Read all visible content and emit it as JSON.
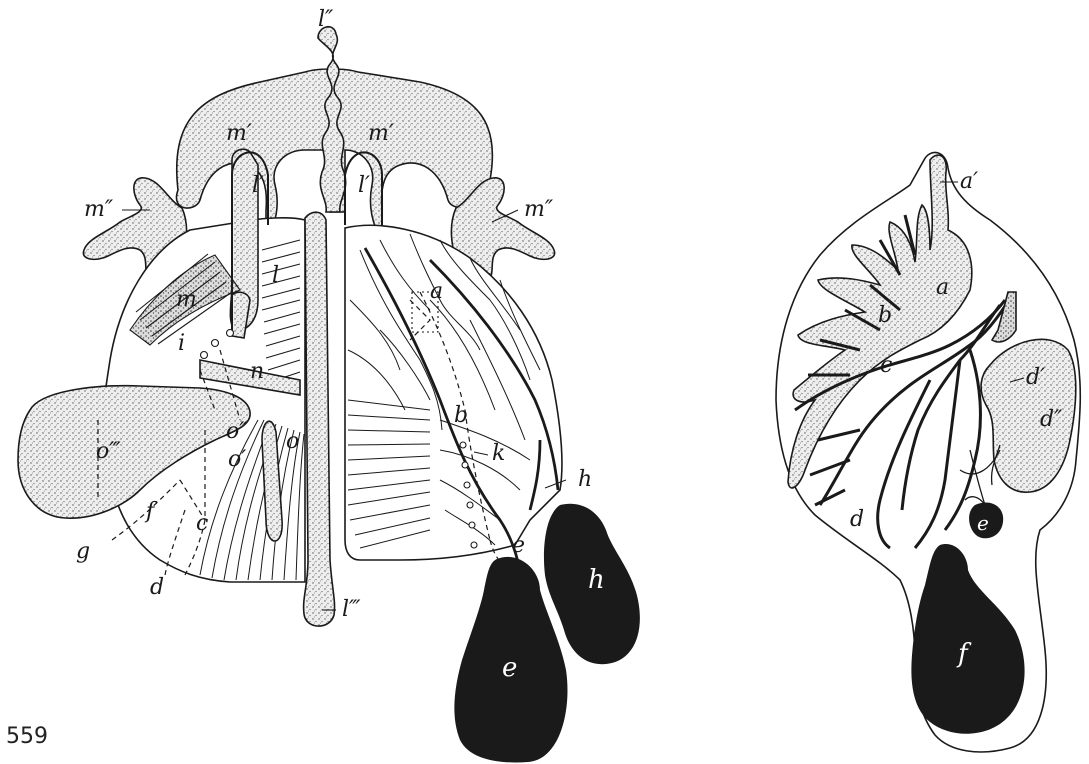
{
  "figure": {
    "number": "559"
  },
  "colors": {
    "ink": "#1a1a1a",
    "stipple_fill": "#e6e6e6",
    "background": "#ffffff"
  },
  "left_diagram": {
    "labels": {
      "l2": "l″",
      "m1_left": "m′",
      "m1_right": "m′",
      "m2_left": "m″",
      "m2_right": "m″",
      "l1_left": "l′",
      "l1_right": "l′",
      "l": "l",
      "m": "m",
      "i": "i",
      "n": "n",
      "o3": "o‴",
      "o2": "o″",
      "o1": "o′",
      "o": "o",
      "g": "g",
      "f": "f",
      "c": "c",
      "d": "d",
      "l3": "l‴",
      "a": "a",
      "b": "b",
      "k": "k",
      "h_small": "h",
      "e_small": "e",
      "h": "h",
      "e": "e"
    }
  },
  "right_diagram": {
    "labels": {
      "a1": "a′",
      "a": "a",
      "b": "b",
      "c": "c",
      "d1": "d′",
      "d2": "d″",
      "d": "d",
      "e": "e",
      "f": "f"
    }
  }
}
